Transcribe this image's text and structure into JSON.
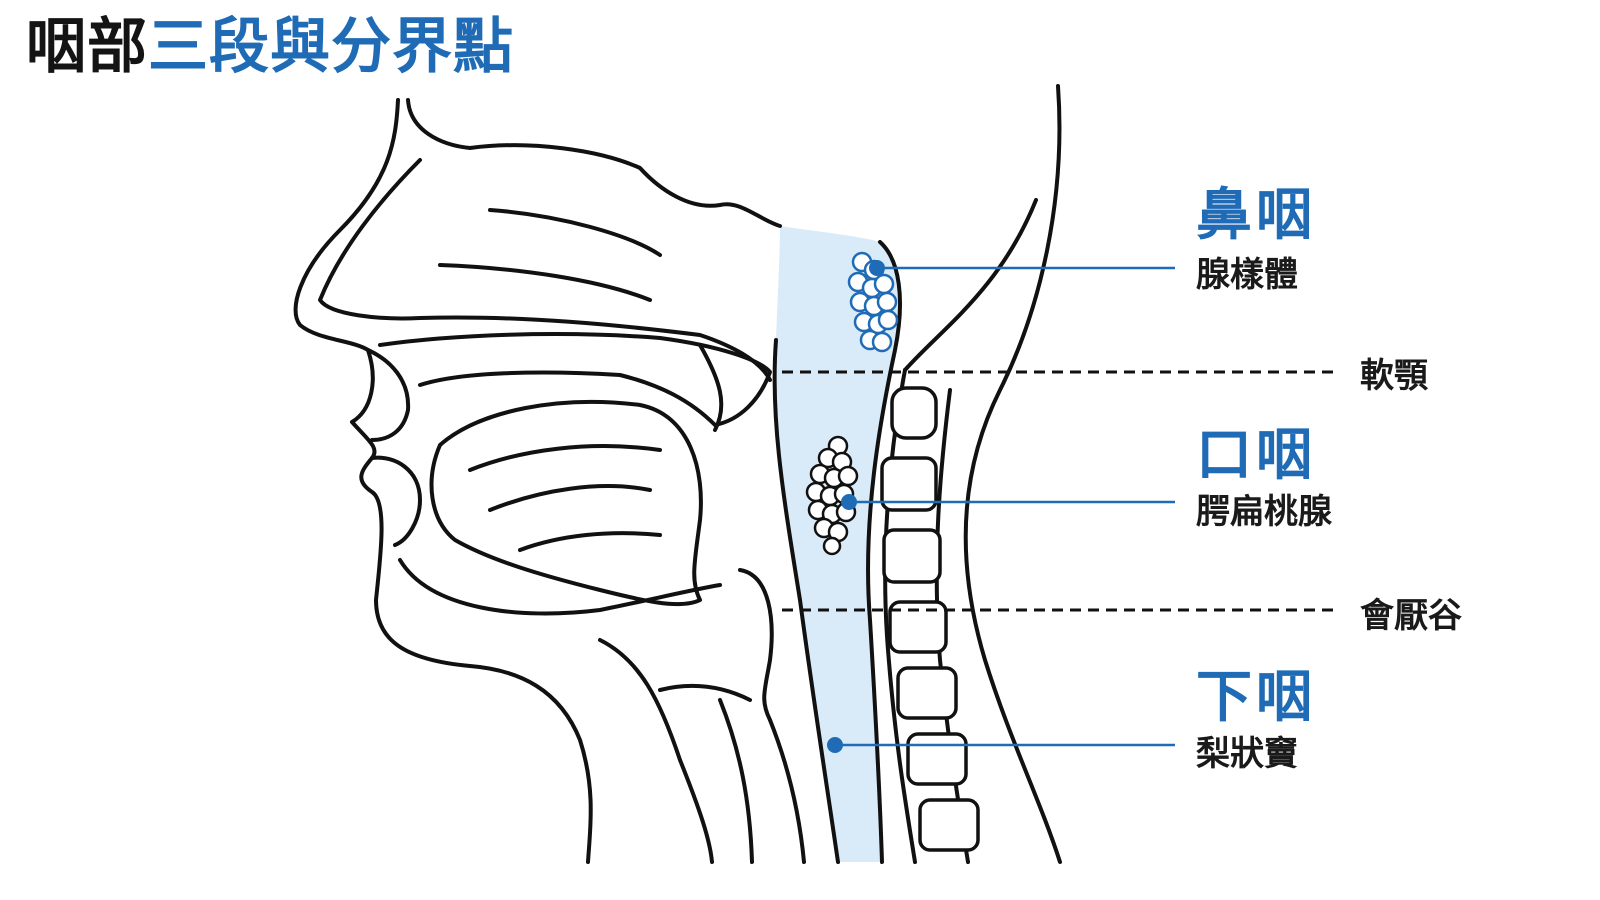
{
  "title": {
    "part1": "咽部",
    "part2": "三段與",
    "part3": "分界點"
  },
  "regions": [
    {
      "name": "鼻咽",
      "structure": "腺樣體"
    },
    {
      "name": "口咽",
      "structure": "腭扁桃腺"
    },
    {
      "name": "下咽",
      "structure": "梨狀竇"
    }
  ],
  "boundaries": [
    {
      "label": "軟顎"
    },
    {
      "label": "會厭谷"
    }
  ],
  "colors": {
    "accent": "#1f6bb5",
    "pharynx_fill": "#d9ebf9",
    "outline": "#111111"
  }
}
